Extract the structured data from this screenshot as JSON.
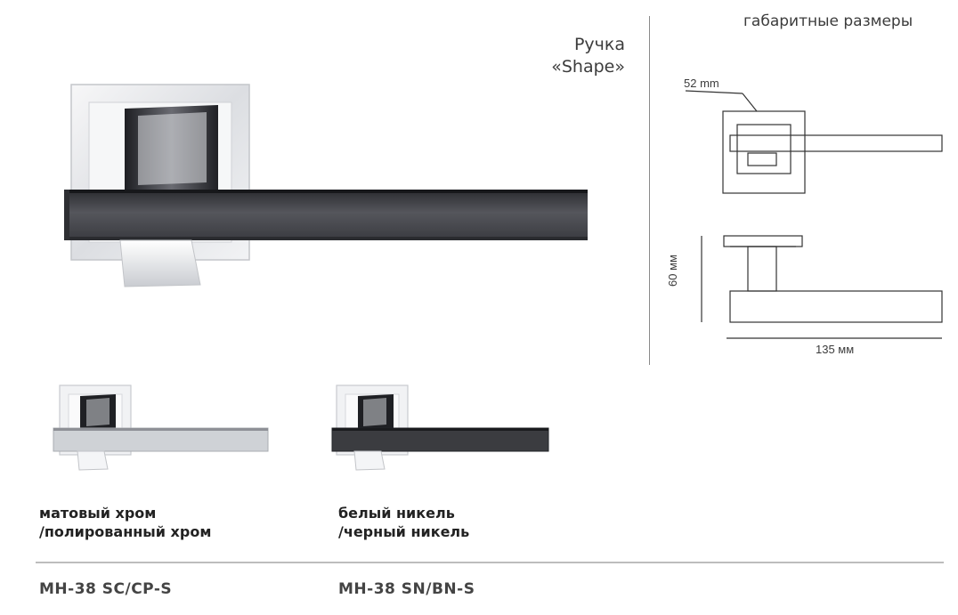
{
  "product": {
    "title_line1": "Ручка",
    "title_line2": "«Shape»"
  },
  "dimensions": {
    "heading": "габаритные размеры",
    "width_label": "52 mm",
    "height_label": "60 мм",
    "length_label": "135 мм"
  },
  "variants": [
    {
      "label_line1": "матовый хром",
      "label_line2": "/полированный хром",
      "code": "MH-38 SC/CP-S",
      "lever_color": "#cfd2d6"
    },
    {
      "label_line1": "белый никель",
      "label_line2": "/черный никель",
      "code": "MH-38 SN/BN-S",
      "lever_color": "#3b3c40"
    }
  ],
  "colors": {
    "main_lever": "#45464b",
    "chrome": "#e9ebee",
    "text": "#222222",
    "divider": "#bdbdbd"
  }
}
